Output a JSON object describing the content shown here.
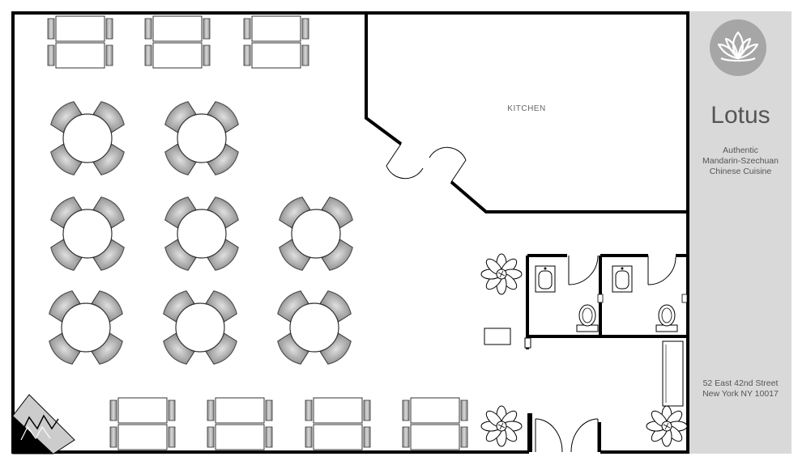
{
  "brand": {
    "name": "Lotus",
    "tagline": [
      "Authentic",
      "Mandarin-Szechuan",
      "Chinese Cuisine"
    ],
    "address": [
      "52 East 42nd Street",
      "New York NY 10017"
    ],
    "logo_icon": "lotus-flower-icon"
  },
  "rooms": {
    "kitchen": "KITCHEN"
  },
  "colors": {
    "wall": "#000000",
    "sidebar": "#d9d9d9",
    "logo": "#a6a6a6",
    "chair": "#b3b3b3",
    "table": "#ffffff",
    "text": "#555555"
  }
}
